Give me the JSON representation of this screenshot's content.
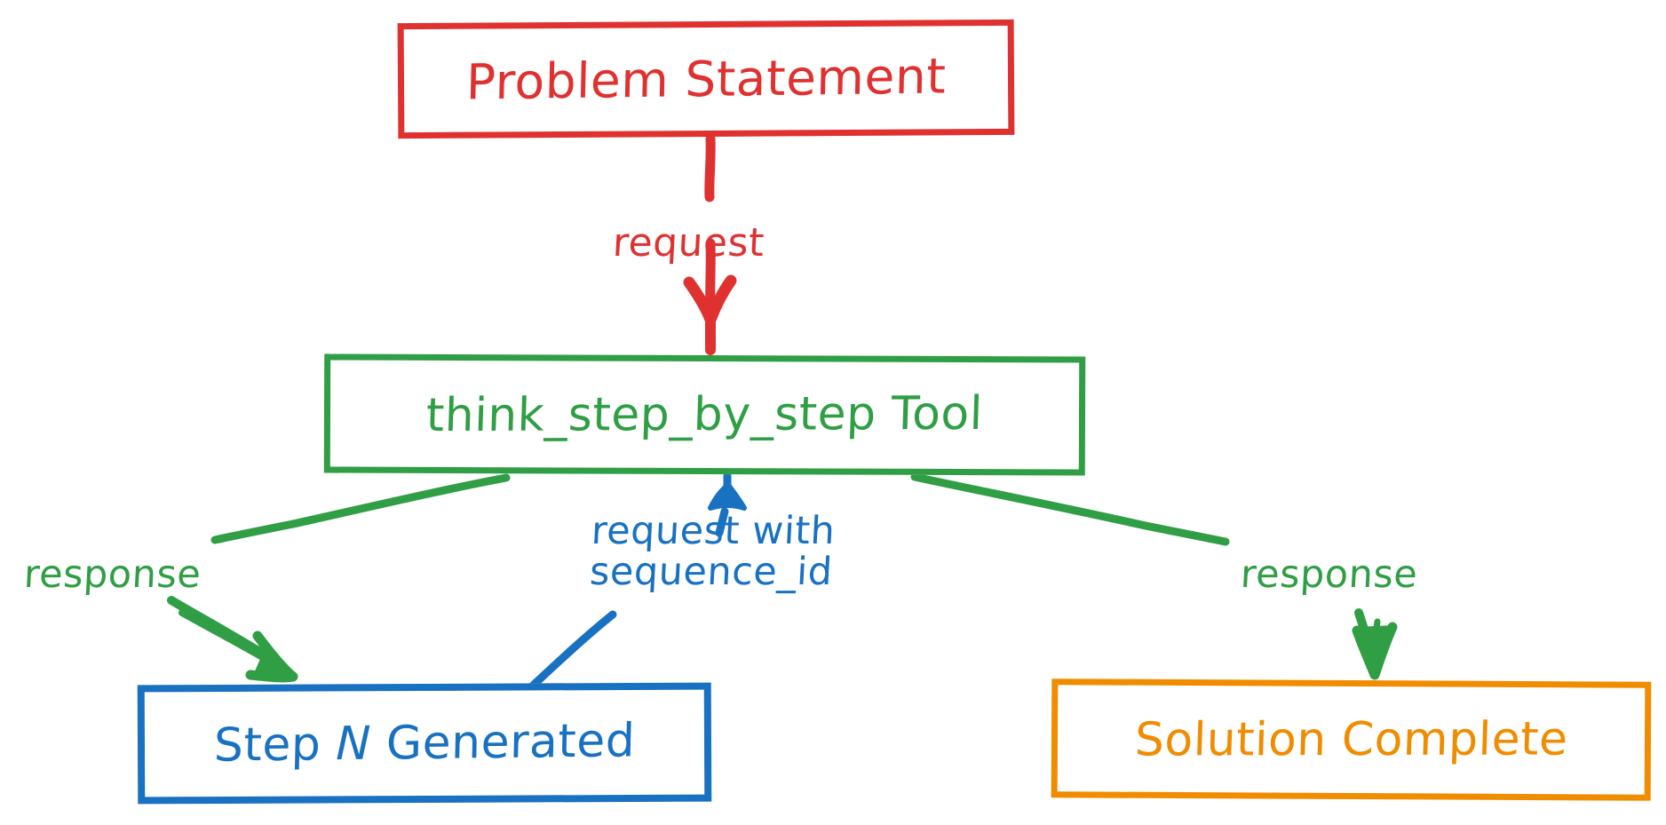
{
  "diagram": {
    "title": "think_step_by_step Tool sequence flow",
    "style": "hand-drawn sketch flowchart",
    "background_color": "#ffffff",
    "nodes": [
      {
        "id": "problem-statement",
        "label": "Problem Statement",
        "color": "#e03131",
        "shape": "rectangle"
      },
      {
        "id": "tool",
        "label": "think_step_by_step Tool",
        "color": "#2f9e44",
        "shape": "rectangle"
      },
      {
        "id": "step-generated",
        "label_prefix": "Step ",
        "label_variable": "N",
        "label_suffix": " Generated",
        "label": "Step N Generated",
        "color": "#1971c2",
        "shape": "rectangle"
      },
      {
        "id": "solution-complete",
        "label": "Solution Complete",
        "color": "#f08c00",
        "shape": "rectangle"
      }
    ],
    "edges": [
      {
        "id": "problem-to-tool",
        "from": "problem-statement",
        "to": "tool",
        "label": "request",
        "color": "#e03131",
        "arrow": "down"
      },
      {
        "id": "tool-to-step",
        "from": "tool",
        "to": "step-generated",
        "label": "response",
        "color": "#2f9e44",
        "arrow": "down-right"
      },
      {
        "id": "step-to-tool",
        "from": "step-generated",
        "to": "tool",
        "label_line1": "request with",
        "label_line2": "sequence_id",
        "label": "request with sequence_id",
        "color": "#1971c2",
        "arrow": "up"
      },
      {
        "id": "tool-to-solution",
        "from": "tool",
        "to": "solution-complete",
        "label": "response",
        "color": "#2f9e44",
        "arrow": "down"
      }
    ]
  }
}
